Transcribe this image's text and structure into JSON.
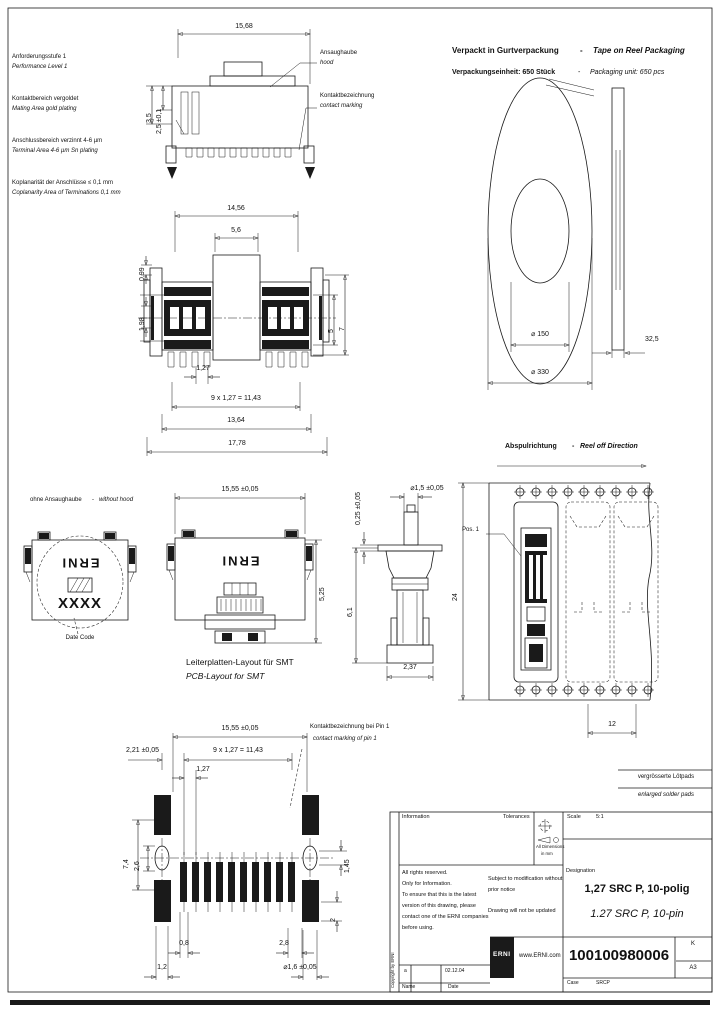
{
  "ann": {
    "perf_de": "Anforderungsstufe 1",
    "perf_en": "Performance Level 1",
    "mating_de": "Kontaktbereich vergoldet",
    "mating_en": "Mating Area gold plating",
    "terminal_de": "Anschlussbereich verzinnt 4-6 µm",
    "terminal_en": "Terminal Area 4-6 µm Sn plating",
    "coplanarity_de": "Koplanarität der Anschlüsse ≤ 0,1 mm",
    "coplanarity_en": "Coplanarity Area of Terminations 0,1 mm",
    "hood_de": "Ansaughaube",
    "hood_en": "hood",
    "marking_de": "Kontaktbezeichnung",
    "marking_en": "contact marking",
    "no_hood_de": "ohne Ansaughaube",
    "no_hood_en": "without hood",
    "sep": "-",
    "date_code": "Date Code",
    "pos1": "Pos. 1",
    "pin1_de": "Kontaktbezeichnung bei Pin 1",
    "pin1_en": "contact marking of pin 1",
    "erni_marking": "ERNI",
    "date_code_marking": "XXXX"
  },
  "pkg": {
    "packed_de": "Verpackt in Gurtverpackung",
    "packed_en": "Tape on Reel Packaging",
    "unit_de": "Verpackungseinheit: 650 Stück",
    "unit_en": "Packaging unit: 650 pcs",
    "sep": "-",
    "reel_de": "Abspulrichtung",
    "reel_en": "Reel off Direction"
  },
  "pcb": {
    "title_de": "Leiterplatten-Layout für SMT",
    "title_en": "PCB-Layout for SMT",
    "pads_de": "vergrösserte Lötpads",
    "pads_en": "enlarged solder pads"
  },
  "dims": {
    "d15_68": "15,68",
    "d3_5": "3,5",
    "d2_5": "2,5 ±0,1",
    "d14_56": "14,56",
    "d5_6": "5,6",
    "d0_99": "0,99",
    "d1_98": "1,98",
    "d5": "5",
    "d7": "7",
    "d1_27": "1,27",
    "d9x": "9 x 1,27 = 11,43",
    "d13_64": "13,64",
    "d17_78": "17,78",
    "d150": "⌀ 150",
    "d330": "⌀ 330",
    "d32_5": "32,5",
    "d15_55": "15,55 ±0,05",
    "d5_25": "5,25",
    "d0_25": "0,25 ±0,05",
    "d1_5": "⌀1,5 ±0,05",
    "d6_1": "6,1",
    "d2_37": "2,37",
    "d24": "24",
    "d12": "12",
    "d2_21": "2,21 ±0,05",
    "d7_4": "7,4",
    "d2_6": "2,6",
    "d1_45": "1,45",
    "d2": "2",
    "d0_8": "0,8",
    "d1_2": "1,2",
    "d2_8": "2,8",
    "d1_6": "⌀1,6 ±0,05"
  },
  "tb": {
    "information": "Information",
    "tolerances": "Tolerances",
    "dims_note1": "All Dimensions",
    "dims_note2": "in mm",
    "scale_label": "Scale",
    "scale_value": "5:1",
    "note1": "All rights reserved.",
    "note2": "Only for Information.",
    "note3": "To ensure that this is the latest",
    "note4": "version of this drawing, please",
    "note5": "contact one of the ERNI companies",
    "note6": "before using.",
    "subject1": "Subject to modification without",
    "subject2": "prior notice",
    "subject3": "Drawing will not be updated",
    "designation_label": "Designation",
    "designation_de": "1,27 SRC P, 10-polig",
    "designation_en": "1.27 SRC P, 10-pin",
    "logo": "ERNI",
    "website": "www.ERNI.com",
    "part_number": "100100980006",
    "rev": "K",
    "size": "A3",
    "rev_index": "a",
    "rev_date": "02.12.04",
    "name_label": "Name",
    "date_label": "Date",
    "case_label": "Case",
    "case_value": "SRCP",
    "copyright": "Copyright by ERNI"
  }
}
